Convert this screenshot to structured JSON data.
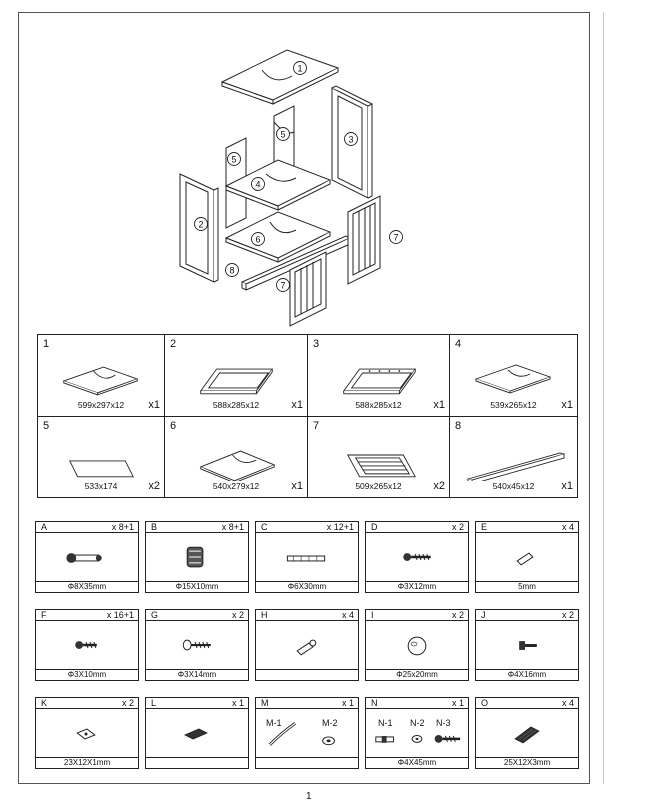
{
  "page_number": "1",
  "callouts": {
    "c1": "1",
    "c2": "2",
    "c3": "3",
    "c4": "4",
    "c5": "5",
    "c6": "6",
    "c7": "7",
    "c8": "8"
  },
  "parts": [
    {
      "num": "1",
      "dims": "599x297x12",
      "qty": "x1"
    },
    {
      "num": "2",
      "dims": "588x285x12",
      "qty": "x1"
    },
    {
      "num": "3",
      "dims": "588x285x12",
      "qty": "x1"
    },
    {
      "num": "4",
      "dims": "539x265x12",
      "qty": "x1"
    },
    {
      "num": "5",
      "dims": "533x174",
      "qty": "x2"
    },
    {
      "num": "6",
      "dims": "540x279x12",
      "qty": "x1"
    },
    {
      "num": "7",
      "dims": "509x265x12",
      "qty": "x2"
    },
    {
      "num": "8",
      "dims": "540x45x12",
      "qty": "x1"
    }
  ],
  "hardware": [
    {
      "letter": "A",
      "qty": "x 8+1",
      "spec": "Φ8X35mm"
    },
    {
      "letter": "B",
      "qty": "x 8+1",
      "spec": "Φ15X10mm"
    },
    {
      "letter": "C",
      "qty": "x 12+1",
      "spec": "Φ6X30mm"
    },
    {
      "letter": "D",
      "qty": "x 2",
      "spec": "Φ3X12mm"
    },
    {
      "letter": "E",
      "qty": "x 4",
      "spec": "5mm"
    },
    {
      "letter": "F",
      "qty": "x 16+1",
      "spec": "Φ3X10mm"
    },
    {
      "letter": "G",
      "qty": "x 2",
      "spec": "Φ3X14mm"
    },
    {
      "letter": "H",
      "qty": "x 4",
      "spec": ""
    },
    {
      "letter": "I",
      "qty": "x 2",
      "spec": "Φ25x20mm"
    },
    {
      "letter": "J",
      "qty": "x 2",
      "spec": "Φ4X16mm"
    },
    {
      "letter": "K",
      "qty": "x 2",
      "spec": "23X12X1mm"
    },
    {
      "letter": "L",
      "qty": "x 1",
      "spec": ""
    },
    {
      "letter": "M",
      "qty": "x 1",
      "spec": "",
      "subs": [
        "M-1",
        "M-2"
      ]
    },
    {
      "letter": "N",
      "qty": "x 1",
      "spec": "Φ4X45mm",
      "subs": [
        "N-1",
        "N-2",
        "N-3"
      ]
    },
    {
      "letter": "O",
      "qty": "x 4",
      "spec": "25X12X3mm"
    }
  ]
}
